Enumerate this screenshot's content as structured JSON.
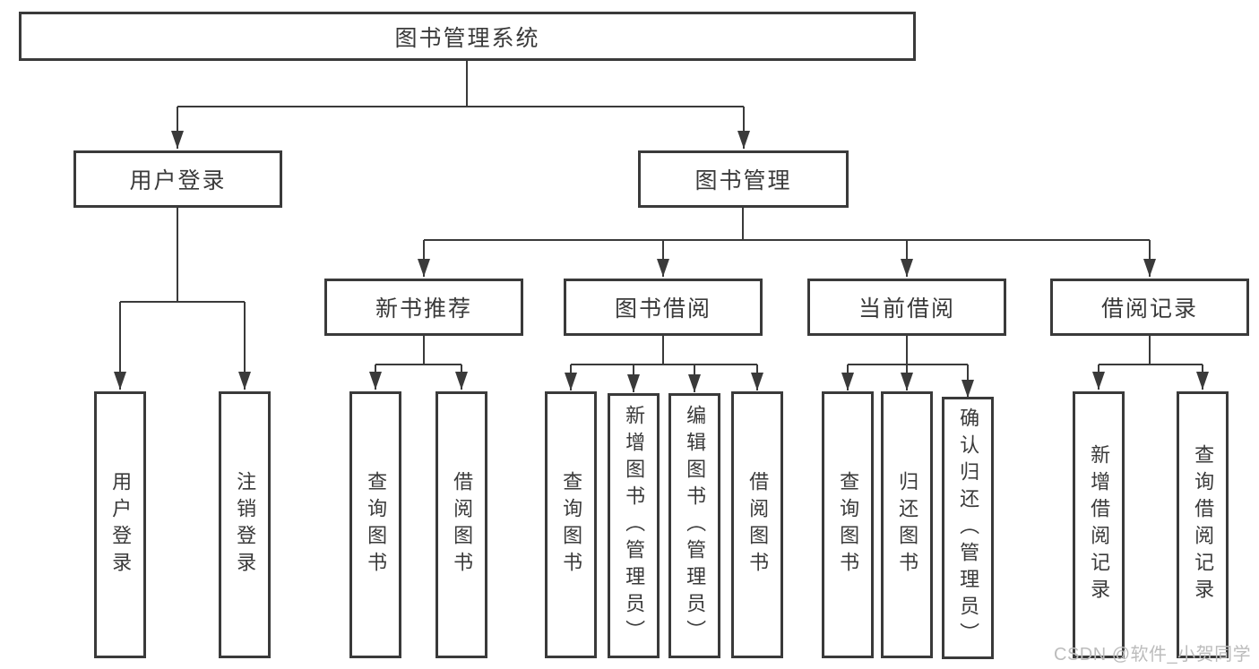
{
  "watermark": "CSDN @软件_小贺同学",
  "tree": {
    "root": {
      "label": "图书管理系统"
    },
    "user_login": {
      "label": "用户登录",
      "children": [
        {
          "label": "用户登录"
        },
        {
          "label": "注销登录"
        }
      ]
    },
    "book_management": {
      "label": "图书管理",
      "sections": [
        {
          "label": "新书推荐",
          "children": [
            {
              "label": "查询图书"
            },
            {
              "label": "借阅图书"
            }
          ]
        },
        {
          "label": "图书借阅",
          "children": [
            {
              "label": "查询图书"
            },
            {
              "label": "新增图书（管理员）"
            },
            {
              "label": "编辑图书（管理员）"
            },
            {
              "label": "借阅图书"
            }
          ]
        },
        {
          "label": "当前借阅",
          "children": [
            {
              "label": "查询图书"
            },
            {
              "label": "归还图书"
            },
            {
              "label": "确认归还（管理员）"
            }
          ]
        },
        {
          "label": "借阅记录",
          "children": [
            {
              "label": "新增借阅记录"
            },
            {
              "label": "查询借阅记录"
            }
          ]
        }
      ]
    }
  }
}
